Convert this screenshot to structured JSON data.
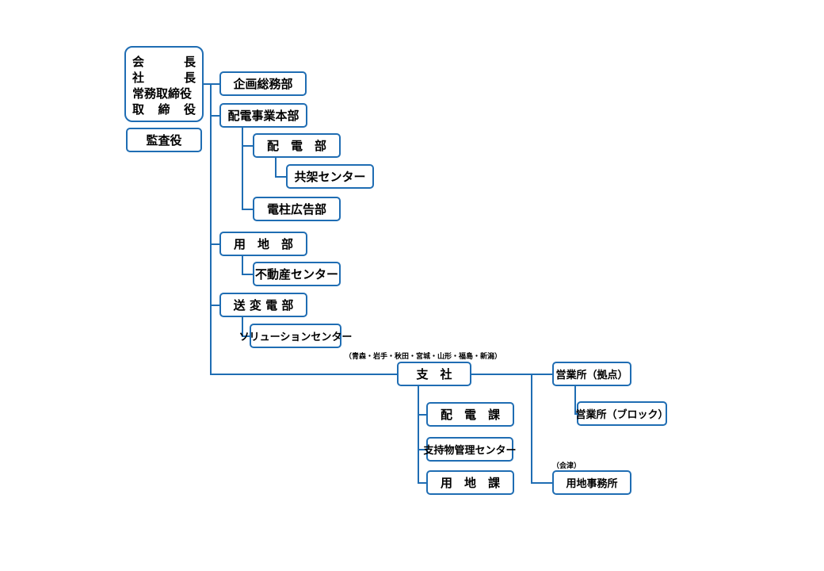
{
  "diagram": {
    "executives": [
      {
        "a": "会",
        "b": "長"
      },
      {
        "a": "社",
        "b": "長"
      },
      {
        "a": "常務取締役",
        "b": ""
      },
      {
        "a": "取",
        "b": "締",
        "c": "役"
      }
    ],
    "auditor": "監査役",
    "kikaku": "企画総務部",
    "haiden_honbu": "配電事業本部",
    "haiden_bu": "配　電　部",
    "kyoka_center": "共架センター",
    "denchu": "電柱広告部",
    "youchi_bu": "用　地　部",
    "fudosan": "不動産センター",
    "sohen": "送 変 電 部",
    "solution": "ソリューションセンター",
    "branch_note": "（青森・岩手・秋田・宮城・山形・福島・新潟）",
    "shisha": "支　社",
    "haiden_ka": "配　電　課",
    "shiji": "支持物管理センター",
    "youchi_ka": "用　地　課",
    "eigyo_kyoten": "営業所（拠点）",
    "eigyo_block": "営業所（ブロック）",
    "aizu_note": "（会津）",
    "youchi_jimusho": "用地事務所"
  }
}
